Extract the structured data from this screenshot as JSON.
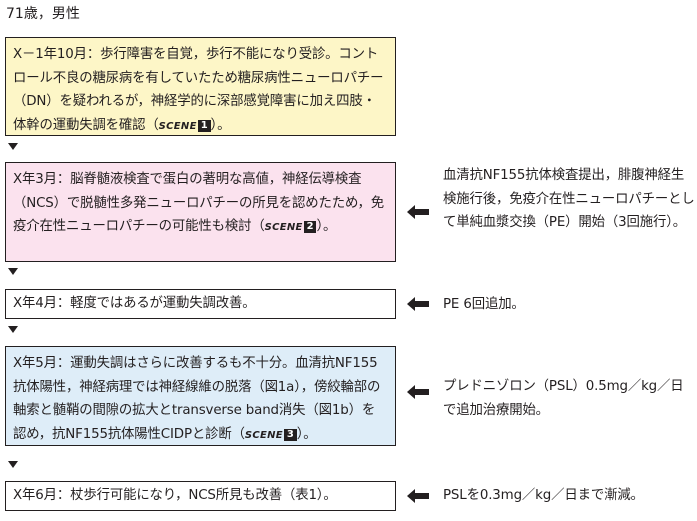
{
  "header": "71歳，男性",
  "timeline": [
    {
      "box_text": "X－1年10月：歩行障害を自覚，歩行不能になり受診。コントロール不良の糖尿病を有していたため糖尿病性ニューロパチー（DN）を疑われるが，神経学的に深部感覚障害に加え四肢・体幹の運動失調を確認（",
      "scene_label": "SCENE",
      "scene_num": "1",
      "box_tail": "）。",
      "color": "#fdf6c7",
      "side_text": ""
    },
    {
      "box_text": "X年3月：脳脊髄液検査で蛋白の著明な高値，神経伝導検査（NCS）で脱髄性多発ニューロパチーの所見を認めたため，免疫介在性ニューロパチーの可能性も検討（",
      "scene_label": "SCENE",
      "scene_num": "2",
      "box_tail": "）。",
      "color": "#fbe2ee",
      "side_text": "血清抗NF155抗体検査提出，腓腹神経生検施行後，免疫介在性ニューロパチーとして単純血漿交換（PE）開始（3回施行）。"
    },
    {
      "box_text": "X年4月：軽度ではあるが運動失調改善。",
      "color": "#ffffff",
      "side_text": "PE 6回追加。"
    },
    {
      "box_text": "X年5月：運動失調はさらに改善するも不十分。血清抗NF155抗体陽性，神経病理では神経線維の脱落（図1a），傍絞輪部の軸索と髄鞘の間隙の拡大とtransverse band消失（図1b）を認め，抗NF155抗体陽性CIDPと診断（",
      "scene_label": "SCENE",
      "scene_num": "3",
      "box_tail": "）。",
      "color": "#deedf8",
      "side_text": "プレドニゾロン（PSL）0.5mg／kg／日　で追加治療開始。"
    },
    {
      "box_text": "X年6月：杖歩行可能になり，NCS所見も改善（表1）。",
      "color": "#ffffff",
      "side_text": "PSLを0.3mg／kg／日まで漸減。"
    }
  ]
}
